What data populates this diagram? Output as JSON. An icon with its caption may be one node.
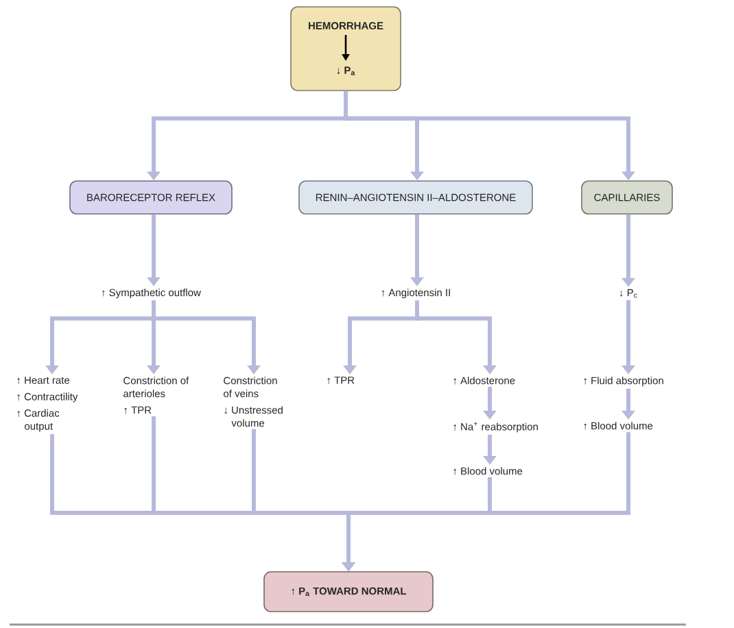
{
  "diagram": {
    "nodes": [
      {
        "text": [
          "HEMORRHAGE",
          "↓ P$_{a}$"
        ]
      },
      {
        "text": [
          "BARORECEPTOR REFLEX"
        ]
      },
      {
        "text": [
          "RENIN–ANGIOTENSIN II–ALDOSTERONE"
        ]
      },
      {
        "text": [
          "CAPILLARIES"
        ]
      },
      {
        "text": [
          "↑ Sympathetic outflow"
        ]
      },
      {
        "text": [
          "↑ Angiotensin II"
        ]
      },
      {
        "text": [
          "↓ P$_{c}$"
        ]
      },
      {
        "text": [
          "↑ Heart rate",
          "↑ Contractility",
          "↑ Cardiac output"
        ]
      },
      {
        "text": [
          "Constriction of arterioles",
          "↑ TPR"
        ]
      },
      {
        "text": [
          "Constriction of veins",
          "↓ Unstressed volume"
        ]
      },
      {
        "text": [
          "↑ TPR"
        ]
      },
      {
        "text": [
          "↑ Aldosterone"
        ]
      },
      {
        "text": [
          "↑ Fluid absorption"
        ]
      },
      {
        "text": [
          "↑ Na$^{+}$ reabsorption"
        ]
      },
      {
        "text": [
          "↑ Blood volume"
        ]
      },
      {
        "text": [
          "↑ Blood volume"
        ]
      },
      {
        "text": [
          "↑ P$_{a}$ TOWARD NORMAL"
        ]
      }
    ],
    "edges": [
      {
        "from": 0,
        "to": 1,
        "arrow": "to"
      },
      {
        "from": 0,
        "to": 2,
        "arrow": "to"
      },
      {
        "from": 0,
        "to": 3,
        "arrow": "to"
      },
      {
        "from": 1,
        "to": 4,
        "arrow": "to"
      },
      {
        "from": 2,
        "to": 5,
        "arrow": "to"
      },
      {
        "from": 3,
        "to": 6,
        "arrow": "to"
      },
      {
        "from": 4,
        "to": 7,
        "arrow": "to"
      },
      {
        "from": 4,
        "to": 8,
        "arrow": "to"
      },
      {
        "from": 4,
        "to": 9,
        "arrow": "to"
      },
      {
        "from": 5,
        "to": 10,
        "arrow": "to"
      },
      {
        "from": 5,
        "to": 11,
        "arrow": "to"
      },
      {
        "from": 6,
        "to": 12,
        "arrow": "to"
      },
      {
        "from": 11,
        "to": 13,
        "arrow": "to"
      },
      {
        "from": 13,
        "to": 15,
        "arrow": "to"
      },
      {
        "from": 12,
        "to": 14,
        "arrow": "to"
      },
      {
        "from": 7,
        "to": 16,
        "arrow": "to"
      },
      {
        "from": 8,
        "to": 16,
        "arrow": "to"
      },
      {
        "from": 9,
        "to": 16,
        "arrow": "to"
      },
      {
        "from": 15,
        "to": 16,
        "arrow": "to"
      },
      {
        "from": 14,
        "to": 16,
        "arrow": "to"
      }
    ]
  }
}
